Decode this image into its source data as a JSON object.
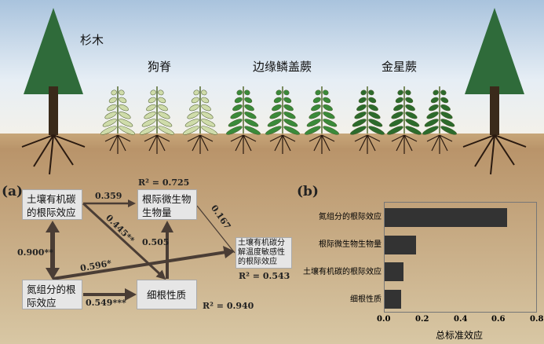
{
  "scene": {
    "labels": {
      "fir": "杉木",
      "fern1": "狗脊",
      "fern2": "边缘鳞盖蕨",
      "fern3": "金星蕨"
    }
  },
  "panel_a": {
    "label": "(a)",
    "boxes": {
      "soc": "土壤有机碳的根际效应",
      "mbc": "根际微生物生物量",
      "temp": "土壤有机碳分解温度敏感性的根际效应",
      "nitrogen": "氮组分的根际效应",
      "root": "细根性质"
    },
    "paths": {
      "soc_mbc": "0.359",
      "soc_root": "0.445**",
      "mbc_temp": "0.167",
      "soc_n": "0.900**",
      "n_temp": "0.596*",
      "root_mbc": "0.505",
      "n_root": "0.549***"
    },
    "r2": {
      "mbc": "R² = 0.725",
      "temp": "R² = 0.543",
      "root": "R² = 0.940"
    }
  },
  "panel_b": {
    "label": "(b)"
  },
  "chart_data": {
    "type": "bar",
    "orientation": "horizontal",
    "categories": [
      "氮组分的根际效应",
      "根际微生物生物量",
      "土壤有机碳的根际效应",
      "细根性质"
    ],
    "values": [
      0.645,
      0.167,
      0.097,
      0.085
    ],
    "xlabel": "总标准效应",
    "xlim": [
      0,
      0.8
    ],
    "xticks": [
      "0.0",
      "0.2",
      "0.4",
      "0.6",
      "0.8"
    ],
    "bar_color": "#333333"
  }
}
